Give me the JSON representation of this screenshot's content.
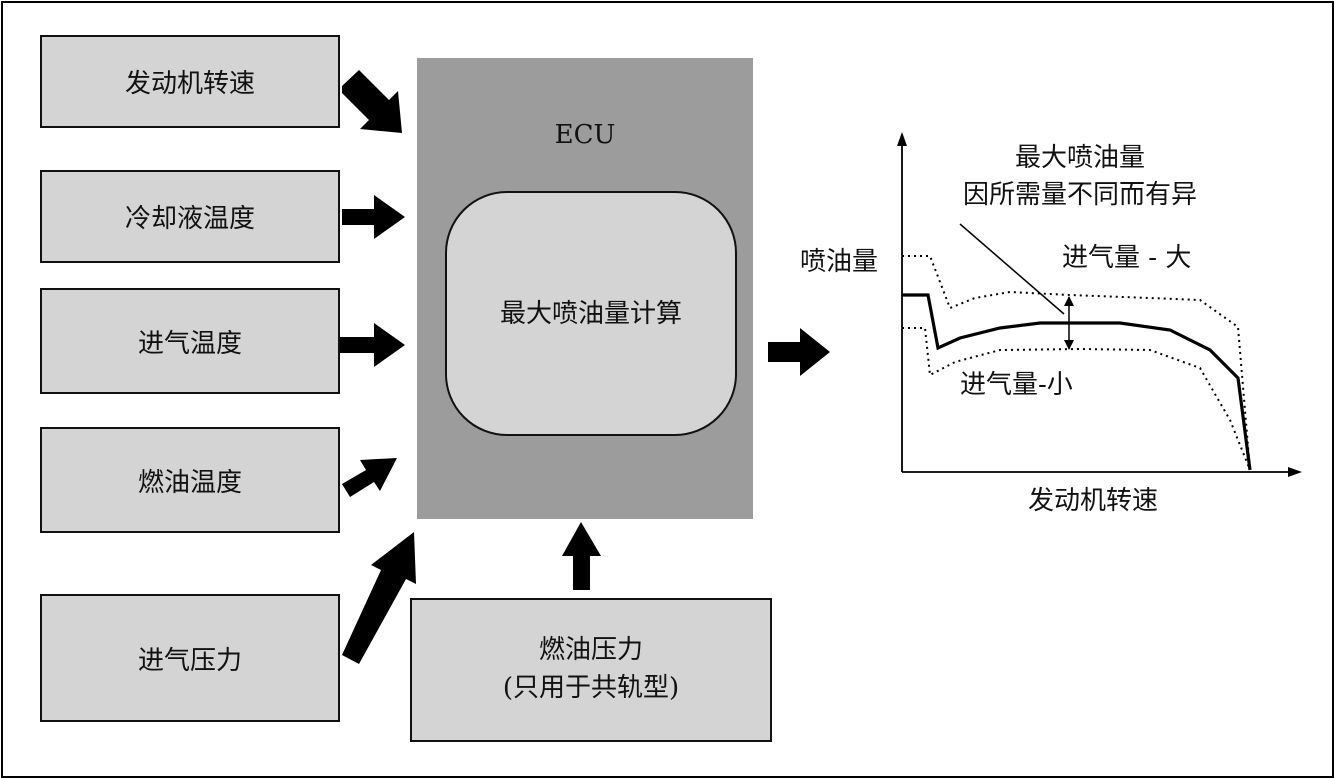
{
  "inputs": {
    "engine_speed": "发动机转速",
    "coolant_temp": "冷却液温度",
    "intake_temp": "进气温度",
    "fuel_temp": "燃油温度",
    "intake_pressure": "进气压力",
    "fuel_pressure": "燃油压力",
    "fuel_pressure_note": "(只用于共轨型)"
  },
  "ecu": {
    "label": "ECU",
    "calc_label": "最大喷油量计算"
  },
  "graph": {
    "y_label": "喷油量",
    "x_label": "发动机转速",
    "annotation_line1": "最大喷油量",
    "annotation_line2": "因所需量不同而有异",
    "upper_label": "进气量 - 大",
    "lower_label": "进气量-小"
  },
  "colors": {
    "box_fill": "#d4d4d4",
    "ecu_fill": "#9c9c9c",
    "line": "#000000"
  }
}
